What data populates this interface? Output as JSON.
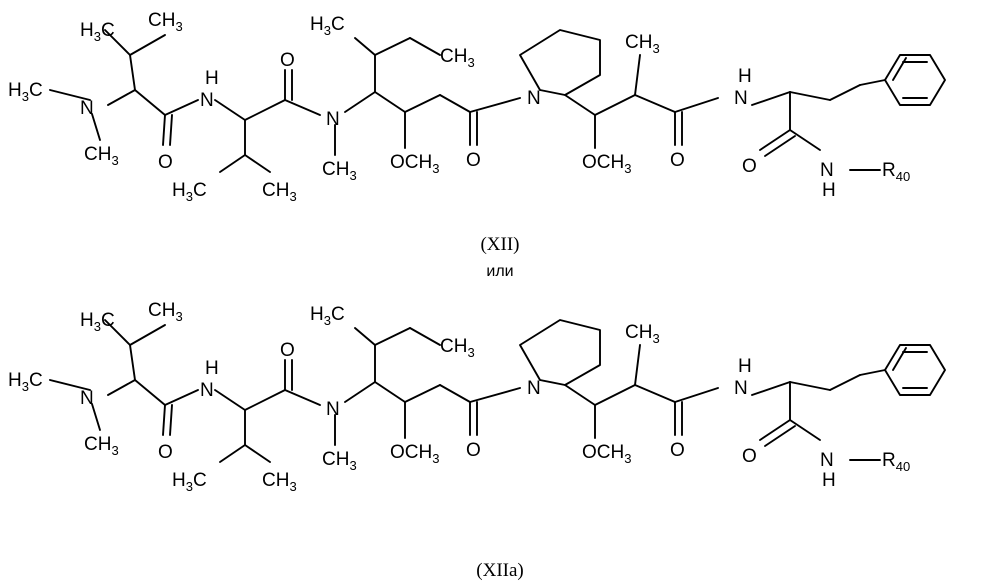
{
  "structures": [
    {
      "label": "(XII)",
      "stereo": true,
      "atoms": {
        "h3c_val_top": [
          "H",
          "3",
          "C"
        ],
        "ch3_val_top": [
          "CH",
          "3"
        ],
        "h3c_nme": [
          "H",
          "3",
          "C"
        ],
        "n_dmv": [
          "N"
        ],
        "ch3_nme": [
          "CH",
          "3"
        ],
        "o_amide1": [
          "O"
        ],
        "nh_1": [
          "H",
          "N"
        ],
        "o_amide2": [
          "O"
        ],
        "h3c_val2": [
          "H",
          "3",
          "C"
        ],
        "ch3_val2": [
          "CH",
          "3"
        ],
        "n_me": [
          "N"
        ],
        "ch3_nme2": [
          "CH",
          "3"
        ],
        "h3c_ile": [
          "H",
          "3",
          "C"
        ],
        "ch3_ile": [
          "CH",
          "3"
        ],
        "och3_1": [
          "OCH",
          "3"
        ],
        "o_ketone": [
          "O"
        ],
        "n_pro": [
          "N"
        ],
        "och3_2": [
          "OCH",
          "3"
        ],
        "ch3_me": [
          "CH",
          "3"
        ],
        "o_amide3": [
          "O"
        ],
        "nh_2": [
          "H",
          "N"
        ],
        "o_amide4": [
          "O"
        ],
        "nh_r": [
          "N",
          "H",
          "R",
          "40"
        ]
      }
    },
    {
      "label": "(XIIa)",
      "stereo": false,
      "atoms": {
        "h3c_val_top": [
          "H",
          "3",
          "C"
        ],
        "ch3_val_top": [
          "CH",
          "3"
        ],
        "h3c_nme": [
          "H",
          "3",
          "C"
        ],
        "n_dmv": [
          "N"
        ],
        "ch3_nme": [
          "CH",
          "3"
        ],
        "o_amide1": [
          "O"
        ],
        "nh_1": [
          "H",
          "N"
        ],
        "o_amide2": [
          "O"
        ],
        "h3c_val2": [
          "H",
          "3",
          "C"
        ],
        "ch3_val2": [
          "CH",
          "3"
        ],
        "n_me": [
          "N"
        ],
        "ch3_nme2": [
          "CH",
          "3"
        ],
        "h3c_ile": [
          "H",
          "3",
          "C"
        ],
        "ch3_ile": [
          "CH",
          "3"
        ],
        "och3_1": [
          "OCH",
          "3"
        ],
        "o_ketone": [
          "O"
        ],
        "n_pro": [
          "N"
        ],
        "och3_2": [
          "OCH",
          "3"
        ],
        "ch3_me": [
          "CH",
          "3"
        ],
        "o_amide3": [
          "O"
        ],
        "nh_2": [
          "H",
          "N"
        ],
        "o_amide4": [
          "O"
        ],
        "nh_r": [
          "N",
          "H",
          "R",
          "40"
        ]
      }
    }
  ],
  "conjunction": "или"
}
